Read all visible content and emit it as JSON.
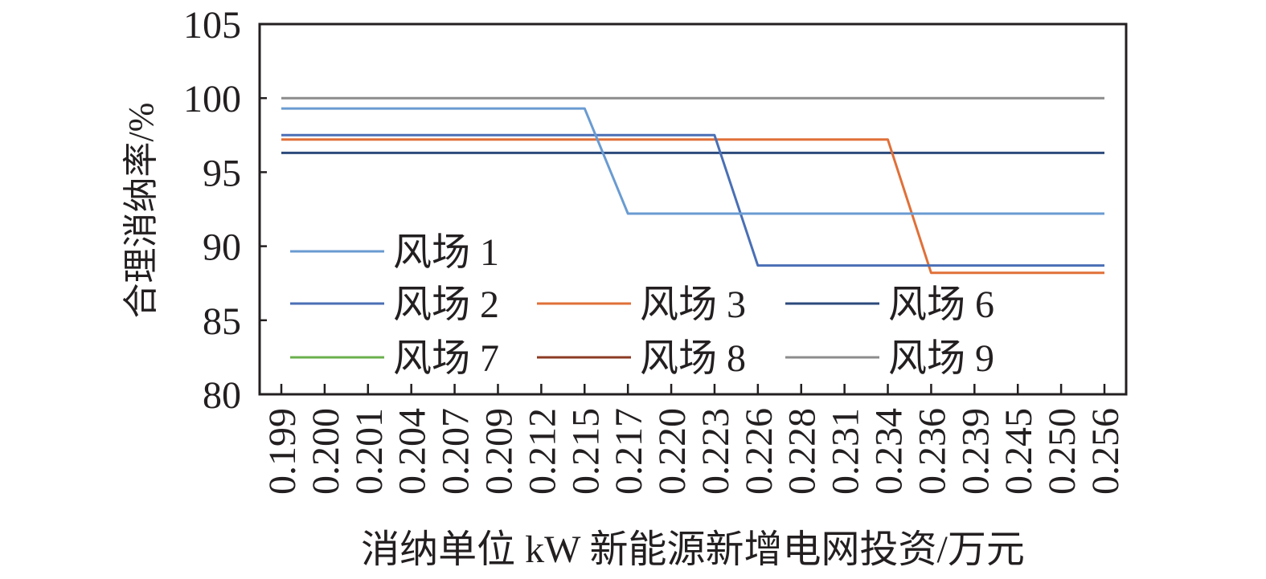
{
  "chart_data": {
    "type": "line",
    "title": "",
    "xlabel": "消纳单位 kW 新能源新增电网投资/万元",
    "ylabel": "合理消纳率/%",
    "ylim": [
      80,
      105
    ],
    "yticks": [
      "80",
      "85",
      "90",
      "95",
      "100",
      "105"
    ],
    "grid": false,
    "legend_position": "inside lower-left",
    "categories": [
      "0.199",
      "0.200",
      "0.201",
      "0.204",
      "0.207",
      "0.209",
      "0.212",
      "0.215",
      "0.217",
      "0.220",
      "0.223",
      "0.226",
      "0.228",
      "0.231",
      "0.234",
      "0.236",
      "0.239",
      "0.245",
      "0.250",
      "0.256"
    ],
    "series": [
      {
        "name": "风场 1",
        "color": "#6a9bd1",
        "values": [
          99.3,
          99.3,
          99.3,
          99.3,
          99.3,
          99.3,
          99.3,
          99.3,
          92.2,
          92.2,
          92.2,
          92.2,
          92.2,
          92.2,
          92.2,
          92.2,
          92.2,
          92.2,
          92.2,
          92.2
        ]
      },
      {
        "name": "风场 2",
        "color": "#4a6fb5",
        "values": [
          97.5,
          97.5,
          97.5,
          97.5,
          97.5,
          97.5,
          97.5,
          97.5,
          97.5,
          97.5,
          97.5,
          88.7,
          88.7,
          88.7,
          88.7,
          88.7,
          88.7,
          88.7,
          88.7,
          88.7
        ]
      },
      {
        "name": "风场 3",
        "color": "#e07038",
        "values": [
          97.2,
          97.2,
          97.2,
          97.2,
          97.2,
          97.2,
          97.2,
          97.2,
          97.2,
          97.2,
          97.2,
          97.2,
          97.2,
          97.2,
          97.2,
          88.2,
          88.2,
          88.2,
          88.2,
          88.2
        ]
      },
      {
        "name": "风场 6",
        "color": "#2c4a7c",
        "values": [
          96.3,
          96.3,
          96.3,
          96.3,
          96.3,
          96.3,
          96.3,
          96.3,
          96.3,
          96.3,
          96.3,
          96.3,
          96.3,
          96.3,
          96.3,
          96.3,
          96.3,
          96.3,
          96.3,
          96.3
        ]
      },
      {
        "name": "风场 7",
        "color": "#6ab04c",
        "values": []
      },
      {
        "name": "风场 8",
        "color": "#8b3a22",
        "values": []
      },
      {
        "name": "风场 9",
        "color": "#8c8c8c",
        "values": [
          100,
          100,
          100,
          100,
          100,
          100,
          100,
          100,
          100,
          100,
          100,
          100,
          100,
          100,
          100,
          100,
          100,
          100,
          100,
          100
        ]
      }
    ]
  }
}
